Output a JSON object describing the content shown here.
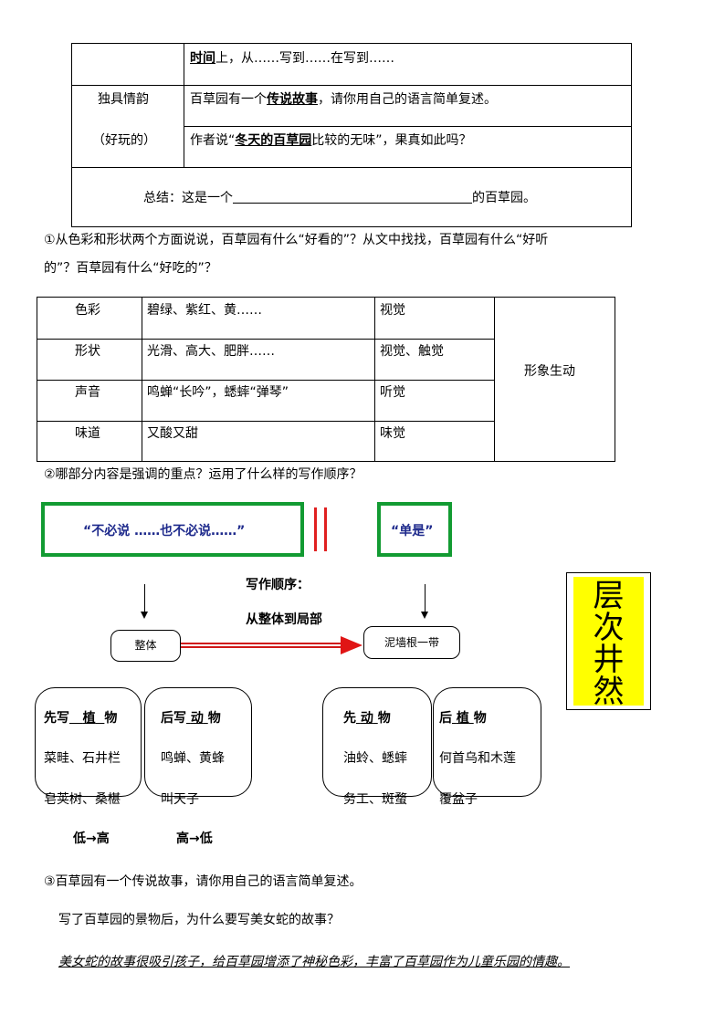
{
  "table1": {
    "row1": {
      "c2_bold": "时间",
      "c2_rest": "上，从……写到……在写到……"
    },
    "row2": {
      "c1_line1": "独具情韵",
      "c1_line2": "（好玩的）",
      "q1_pre": "百草园有一个",
      "q1_bold": "传说故事",
      "q1_post": "，请你用自己的语言简单复述。",
      "q2_pre": "作者说“",
      "q2_bold": "冬天的百草园",
      "q2_post": "比较的无味”，果真如此吗？"
    },
    "summary_pre": "总结：这是一个",
    "summary_post": "的百草园。"
  },
  "q1": {
    "line1": "①从色彩和形状两个方面说说，百草园有什么“好看的”？从文中找找，百草园有什么“好听",
    "line2": "的”？百草园有什么“好吃的”？"
  },
  "table2": {
    "rows": [
      {
        "cat": "色彩",
        "desc": "碧绿、紫红、黄……",
        "sense": "视觉"
      },
      {
        "cat": "形状",
        "desc": "光滑、高大、肥胖……",
        "sense": "视觉、触觉"
      },
      {
        "cat": "声音",
        "desc": "鸣蝉“长吟”，蟋蟀“弹琴”",
        "sense": "听觉"
      },
      {
        "cat": "味道",
        "desc": "又酸又甜",
        "sense": "味觉"
      }
    ],
    "merged": "形象生动"
  },
  "q2": "②哪部分内容是强调的重点？运用了什么样的写作顺序？",
  "diagram": {
    "left_box": "“不必说 ……也不必说……”",
    "right_box": "“单是”",
    "order_title": "写作顺序：",
    "order_value": "从整体到局部",
    "node_left": "整体",
    "node_right": "泥墙根一带",
    "side_label": "层次井然",
    "groups": [
      {
        "head_pre": "先写",
        "head_u": "植",
        "head_post": "物",
        "l1": "菜畦、石井栏",
        "l2": "皂荚树、桑椹"
      },
      {
        "head_pre": "后写",
        "head_u": "动",
        "head_post": "物",
        "l1": "鸣蝉、黄蜂",
        "l2": "叫天子"
      },
      {
        "head_pre": "先",
        "head_u": "动",
        "head_post": "物",
        "l1": "油蛉、蟋蟀",
        "l2": "务工、斑蝥"
      },
      {
        "head_pre": "后",
        "head_u": "植",
        "head_post": "物",
        "l1": "何首乌和木莲",
        "l2": "覆盆子"
      }
    ],
    "low_high": "低→高",
    "high_low": "高→低"
  },
  "q3": "③百草园有一个传说故事，请你用自己的语言简单复述。",
  "q3_sub": "写了百草园的景物后，为什么要写美女蛇的故事？",
  "q3_answer": "美女蛇的故事很吸引孩子，给百草园增添了神秘色彩，丰富了百草园作为儿童乐园的情趣。"
}
